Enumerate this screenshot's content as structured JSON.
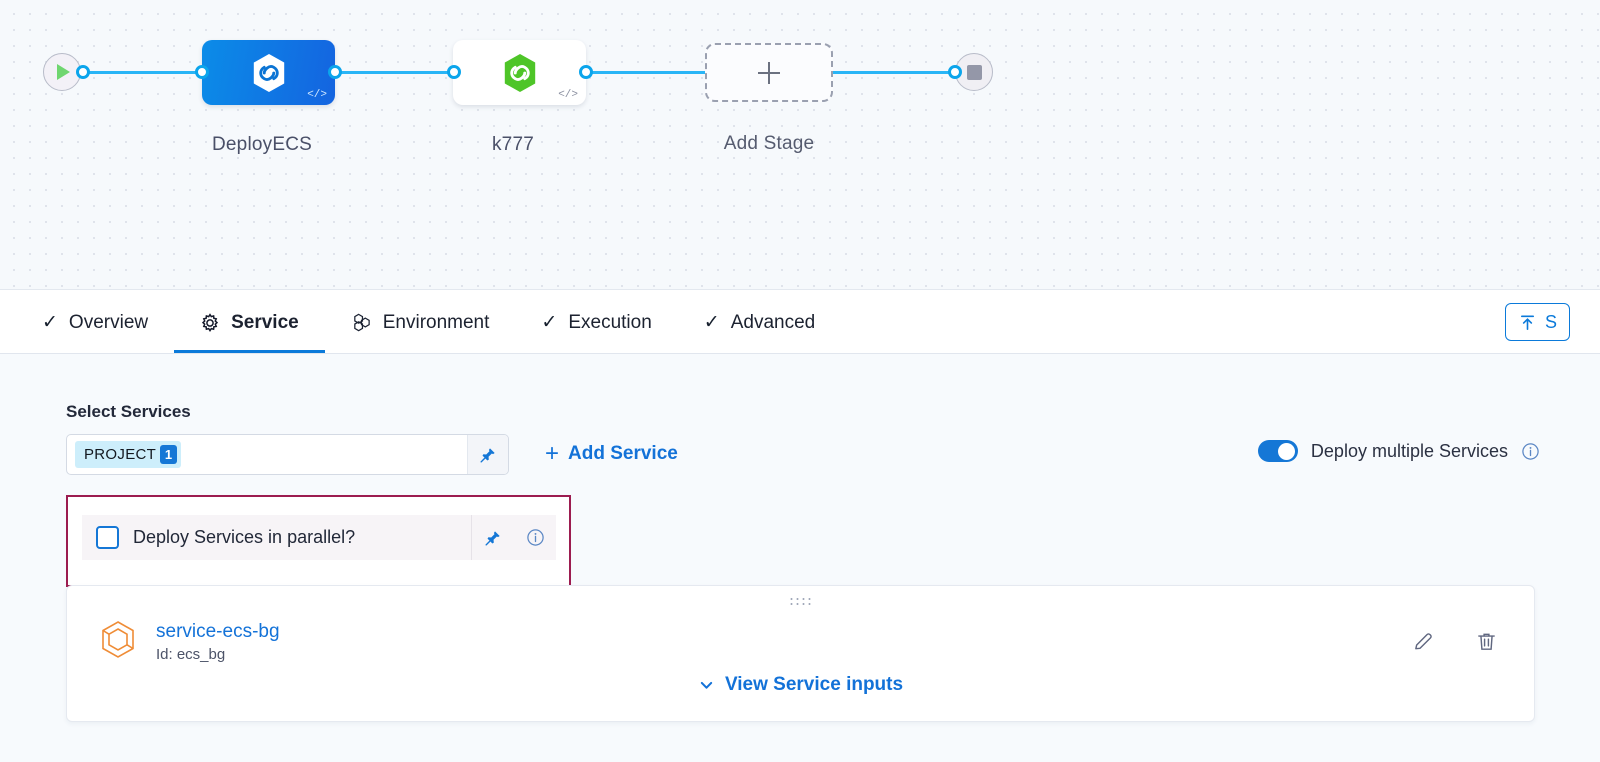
{
  "pipeline": {
    "start_node": "start-play",
    "end_node": "end-stop",
    "stages": [
      {
        "label": "DeployECS",
        "icon": "harness-hexagon-icon",
        "code_badge": "</>",
        "selected": true
      },
      {
        "label": "k777",
        "icon": "harness-hexagon-icon",
        "code_badge": "</>",
        "selected": false
      }
    ],
    "add_stage_label": "Add Stage"
  },
  "tabs": [
    {
      "label": "Overview",
      "icon": "check-icon",
      "active": false
    },
    {
      "label": "Service",
      "icon": "gear-icon",
      "active": true
    },
    {
      "label": "Environment",
      "icon": "hexagons-icon",
      "active": false
    },
    {
      "label": "Execution",
      "icon": "check-icon",
      "active": false
    },
    {
      "label": "Advanced",
      "icon": "check-icon",
      "active": false
    }
  ],
  "share_button": {
    "label": "S",
    "icon": "upload-icon"
  },
  "service_panel": {
    "section_label": "Select Services",
    "selector": {
      "chip_label": "PROJECT",
      "chip_count": "1",
      "pin_icon": "pin-icon"
    },
    "add_service_label": "Add Service",
    "add_service_icon": "plus-icon",
    "deploy_multiple": {
      "label": "Deploy multiple Services",
      "enabled": true,
      "info_icon": "info-icon"
    },
    "parallel": {
      "label": "Deploy Services in parallel?",
      "checked": false,
      "pin_icon": "pin-icon",
      "info_icon": "info-icon"
    },
    "service_card": {
      "icon": "service-cube-icon",
      "name": "service-ecs-bg",
      "id_text": "Id: ecs_bg",
      "view_inputs_label": "View Service inputs",
      "view_inputs_icon": "chevron-down-icon",
      "edit_icon": "pencil-icon",
      "delete_icon": "trash-icon",
      "drag_handle_icon": "drag-dots-icon"
    }
  },
  "colors": {
    "accent_blue": "#1372d8",
    "edge_blue": "#29b5f6",
    "stage_blue": "#0b8ce8",
    "stage_green": "#4ec528",
    "highlight_red": "#9c1c50",
    "chip_bg": "#cdeefb",
    "canvas_bg": "#f6f9fc"
  }
}
